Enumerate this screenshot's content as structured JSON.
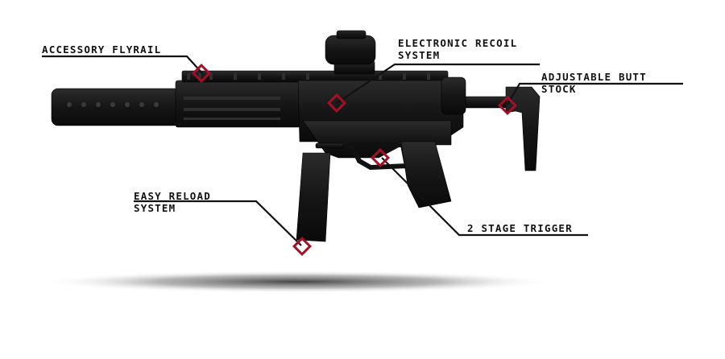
{
  "callouts": {
    "flyrail": {
      "lines": [
        "ACCESSORY FLYRAIL"
      ]
    },
    "recoil": {
      "lines": [
        "ELECTRONIC RECOIL",
        "SYSTEM"
      ]
    },
    "stock": {
      "lines": [
        "ADJUSTABLE BUTT",
        "STOCK"
      ]
    },
    "reload": {
      "lines": [
        "EASY RELOAD",
        "SYSTEM"
      ]
    },
    "trigger": {
      "lines": [
        "2 STAGE TRIGGER"
      ]
    }
  },
  "colors": {
    "marker": "#a50f25",
    "leader": "#111111",
    "gun": "#141414"
  }
}
